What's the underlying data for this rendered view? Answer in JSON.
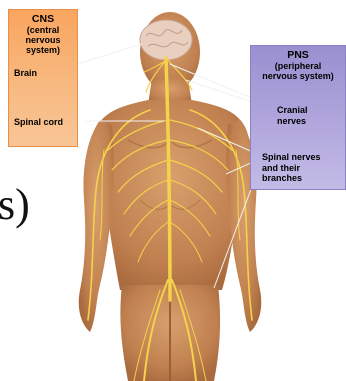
{
  "cns": {
    "title": "CNS",
    "subtitle_line1": "(central nervous",
    "subtitle_line2": "system)",
    "brain_label": "Brain",
    "spinal_cord_label": "Spinal cord",
    "color": "#f9a55f"
  },
  "pns": {
    "title": "PNS",
    "subtitle_line1": "(peripheral",
    "subtitle_line2": "nervous system)",
    "cranial_label_line1": "Cranial",
    "cranial_label_line2": "nerves",
    "spinal_label_line1": "Spinal nerves",
    "spinal_label_line2": "and their",
    "spinal_label_line3": "branches",
    "color": "#9a8fd0"
  },
  "side_fragment": "s)",
  "colors": {
    "skin": "#c98a57",
    "nerve": "#f4d24a",
    "brain": "#e9cfc0"
  }
}
